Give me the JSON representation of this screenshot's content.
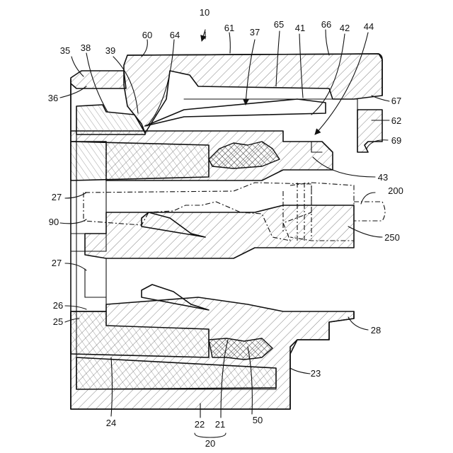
{
  "figure": {
    "labels": {
      "n10": "10",
      "n60": "60",
      "n61": "61",
      "n64": "64",
      "n37": "37",
      "n65": "65",
      "n41": "41",
      "n66": "66",
      "n42": "42",
      "n44": "44",
      "n35": "35",
      "n38": "38",
      "n39": "39",
      "n36": "36",
      "n67": "67",
      "n62": "62",
      "n69": "69",
      "n43": "43",
      "n27a": "27",
      "n200": "200",
      "n90": "90",
      "n250": "250",
      "n27b": "27",
      "n26": "26",
      "n25": "25",
      "n28": "28",
      "n23": "23",
      "n24": "24",
      "n50": "50",
      "n22": "22",
      "n21": "21",
      "n20": "20"
    }
  }
}
